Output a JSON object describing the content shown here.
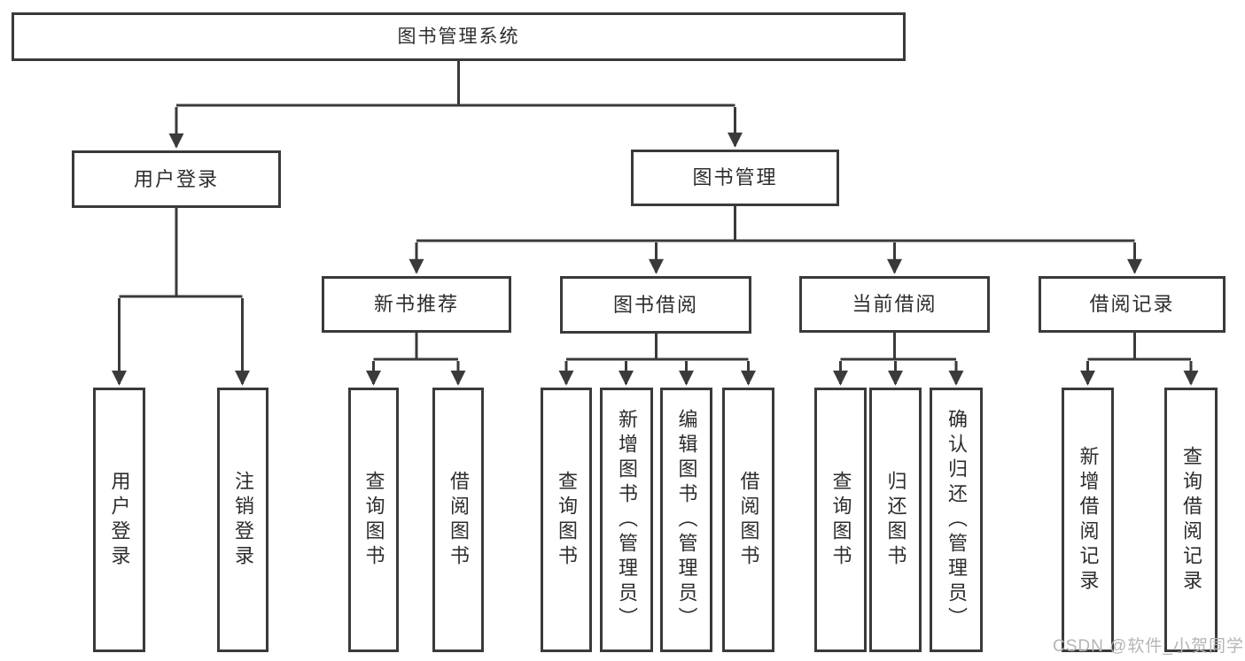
{
  "diagram": {
    "type": "functional-structure-tree",
    "orientation": "top-down"
  },
  "tree": {
    "root": {
      "label": "图书管理系统",
      "children": [
        {
          "label": "用户登录",
          "children": [
            {
              "label": "用户登录"
            },
            {
              "label": "注销登录"
            }
          ]
        },
        {
          "label": "图书管理",
          "children": [
            {
              "label": "新书推荐",
              "children": [
                {
                  "label": "查询图书"
                },
                {
                  "label": "借阅图书"
                }
              ]
            },
            {
              "label": "图书借阅",
              "children": [
                {
                  "label": "查询图书"
                },
                {
                  "label": "新增图书（管理员）"
                },
                {
                  "label": "编辑图书（管理员）"
                },
                {
                  "label": "借阅图书"
                }
              ]
            },
            {
              "label": "当前借阅",
              "children": [
                {
                  "label": "查询图书"
                },
                {
                  "label": "归还图书"
                },
                {
                  "label": "确认归还（管理员）"
                }
              ]
            },
            {
              "label": "借阅记录",
              "children": [
                {
                  "label": "新增借阅记录"
                },
                {
                  "label": "查询借阅记录"
                }
              ]
            }
          ]
        }
      ]
    }
  },
  "watermark": "CSDN @软件_小贺同学",
  "colors": {
    "line": "#3a3a3a",
    "text": "#2d2d2d",
    "watermark": "#b5b5b5",
    "background": "#ffffff"
  }
}
